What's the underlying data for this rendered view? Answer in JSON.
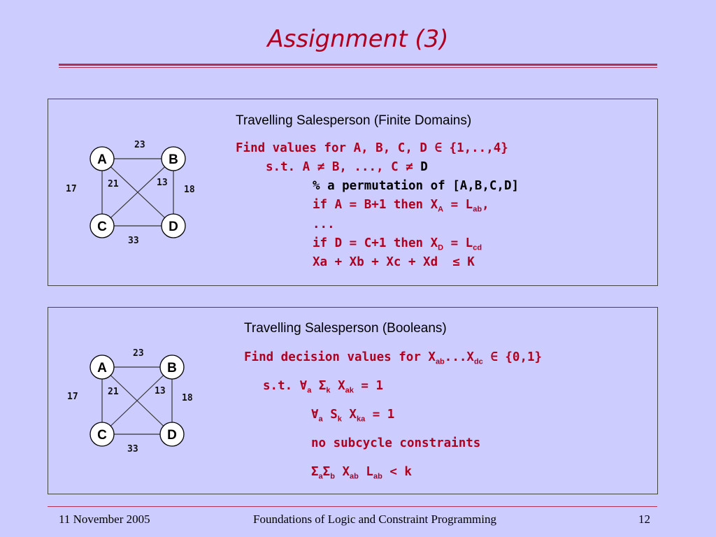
{
  "slide": {
    "title": "Assignment (3)",
    "footer": {
      "date": "11 November 2005",
      "course": "Foundations of Logic and Constraint Programming",
      "page": "12"
    }
  },
  "panel1": {
    "heading": "Travelling Salesperson (Finite Domains)",
    "graph": {
      "nodes": [
        "A",
        "B",
        "C",
        "D"
      ],
      "edges": {
        "AB": "23",
        "AC": "17",
        "AD": "21",
        "BC": "13",
        "BD": "18",
        "CD": "33"
      }
    },
    "lines": {
      "l1": "Find values for A, B, C, D ∈ {1,..,4}",
      "l2a": "s.t. A ≠ B, ..., C ≠ ",
      "l2b": "D",
      "l3a": "% ",
      "l3b": "a permutation of [A,B,C,D]",
      "l4a": "if A = B+1 then X",
      "l4s1": "A",
      "l4b": " = L",
      "l4s2": "ab",
      "l4c": ",",
      "l5": "...",
      "l6a": "if D = C+1 then X",
      "l6s1": "D",
      "l6b": " = L",
      "l6s2": "cd",
      "l7": "Xa + Xb + Xc + Xd  ≤ K"
    }
  },
  "panel2": {
    "heading": "Travelling Salesperson (Booleans)",
    "graph": {
      "nodes": [
        "A",
        "B",
        "C",
        "D"
      ],
      "edges": {
        "AB": "23",
        "AC": "17",
        "AD": "21",
        "BC": "13",
        "BD": "18",
        "CD": "33"
      }
    },
    "lines": {
      "l1a": "Find decision values for X",
      "l1s1": "ab",
      "l1b": "...X",
      "l1s2": "dc",
      "l1c": " ∈ {0,1}",
      "l2a": "s.t. ∀",
      "l2s1": "a",
      "l2b": " Σ",
      "l2s2": "k",
      "l2c": " X",
      "l2s3": "ak",
      "l2d": " = 1",
      "l3a": "∀",
      "l3s1": "a",
      "l3b": " S",
      "l3s2": "k",
      "l3c": " X",
      "l3s3": "ka",
      "l3d": " = 1",
      "l4": "no subcycle constraints",
      "l5a": "Σ",
      "l5s1": "a",
      "l5b": "Σ",
      "l5s2": "b",
      "l5c": " X",
      "l5s3": "ab",
      "l5d": " L",
      "l5s4": "ab",
      "l5e": " < k"
    }
  }
}
